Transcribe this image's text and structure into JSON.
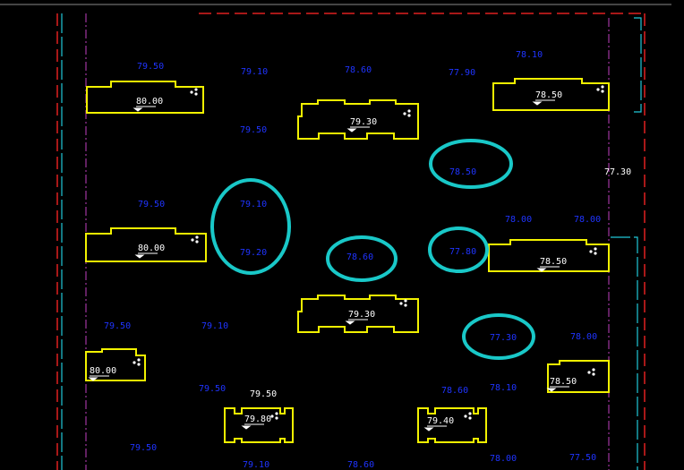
{
  "colors": {
    "background": "#000000",
    "building_outline": "#f2f200",
    "spot_level_text": "#1f34ff",
    "building_level_text": "#ffffff",
    "highlight_circle": "#19c8c8",
    "boundary_red": "#e02020",
    "boundary_magenta": "#c040c0",
    "boundary_cyan": "#20c8d8"
  },
  "spot_levels": [
    "79.50",
    "79.10",
    "78.60",
    "77.90",
    "78.10",
    "79.50",
    "78.50",
    "77.30",
    "79.50",
    "79.10",
    "79.20",
    "78.60",
    "77.80",
    "78.00",
    "78.00",
    "79.50",
    "79.10",
    "77.30",
    "78.00",
    "79.50",
    "78.60",
    "78.10",
    "79.50",
    "79.50",
    "79.10",
    "78.60",
    "78.00",
    "77.50"
  ],
  "building_levels": [
    "80.00",
    "79.30",
    "78.50",
    "80.00",
    "78.50",
    "79.30",
    "80.00",
    "78.50",
    "79.80",
    "79.40"
  ],
  "highlights": [
    "circle-1",
    "circle-2",
    "circle-3",
    "circle-4",
    "circle-5"
  ]
}
